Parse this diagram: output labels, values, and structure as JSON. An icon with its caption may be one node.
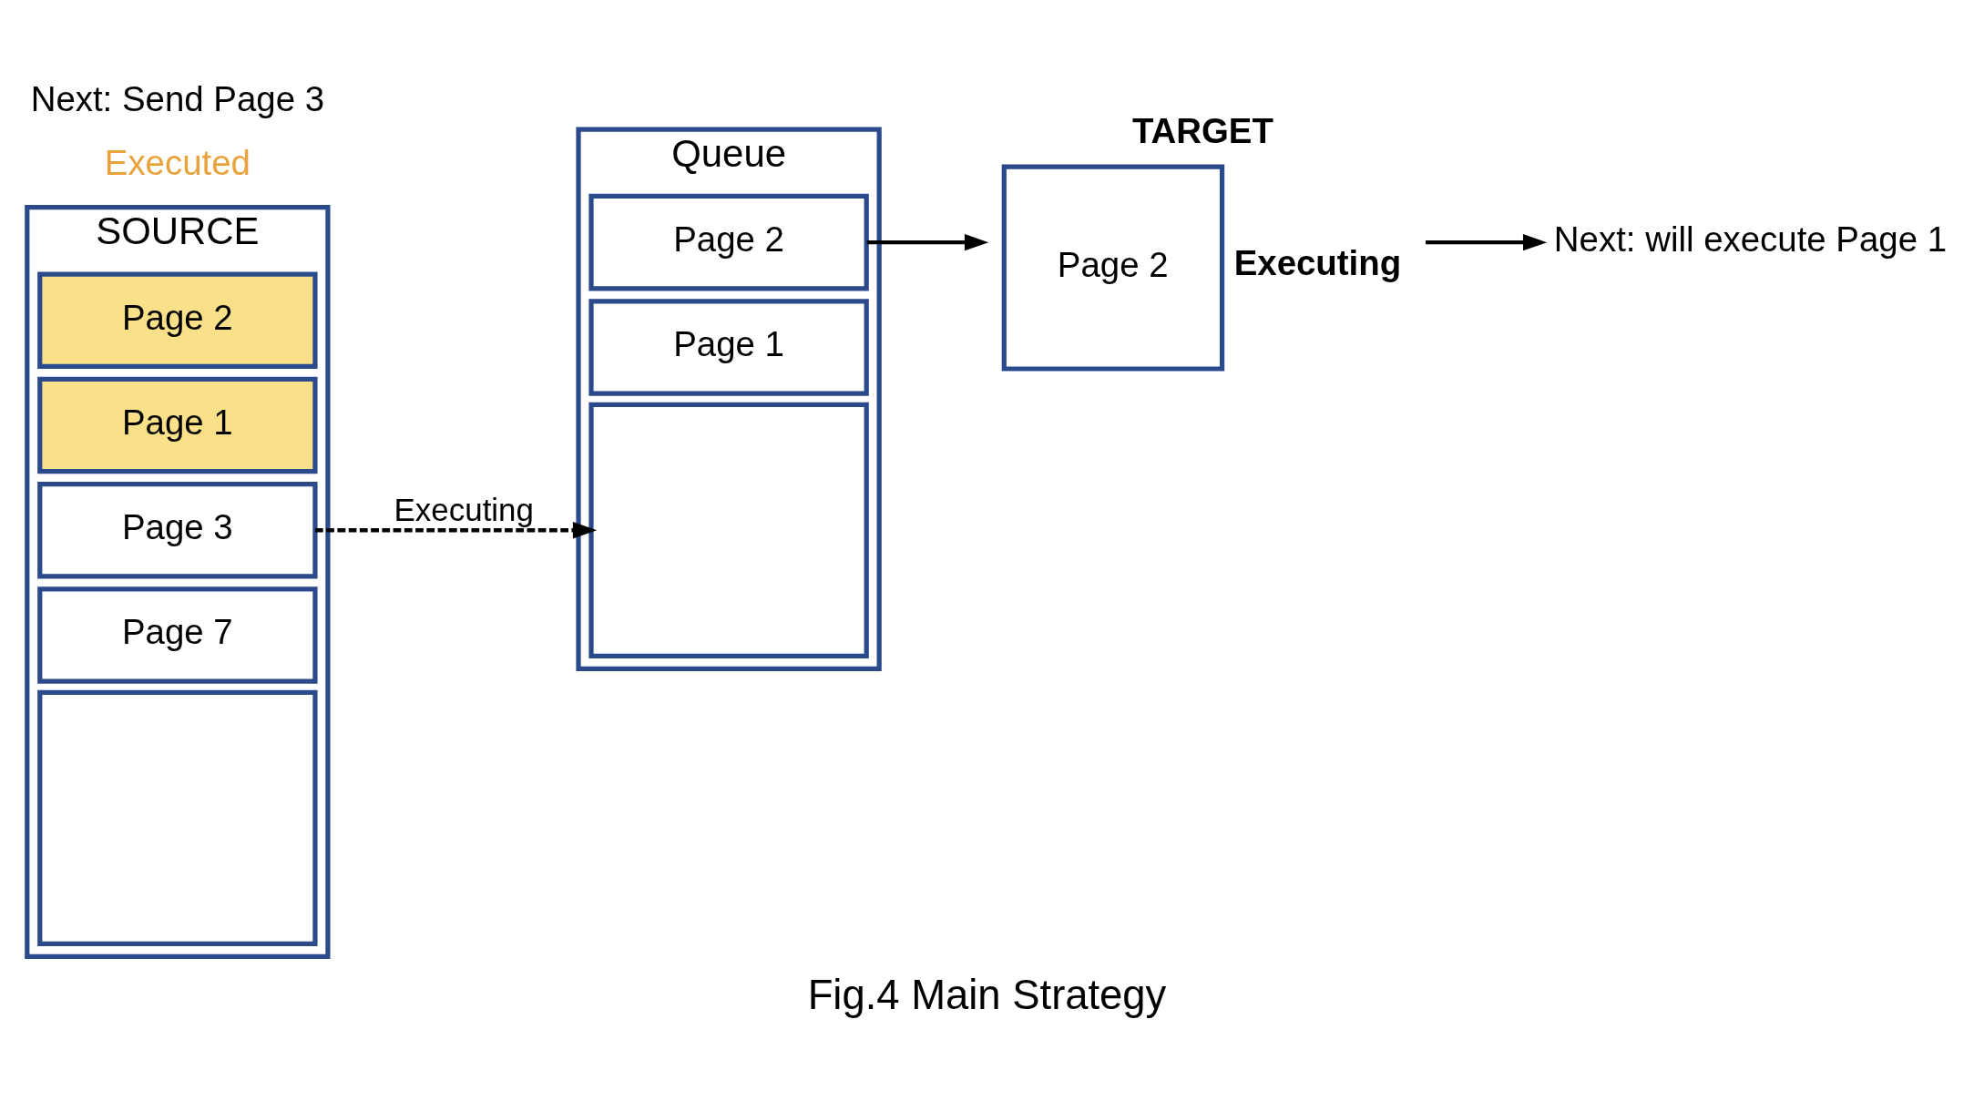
{
  "diagram": {
    "caption": "Fig.4 Main Strategy",
    "nodes": [
      {
        "text": [
          "SOURCE"
        ]
      },
      {
        "text": [
          "Page 2"
        ],
        "in": 0
      },
      {
        "text": [
          "Page 1"
        ],
        "in": 0
      },
      {
        "text": [
          "Page 3"
        ],
        "in": 0
      },
      {
        "text": [
          "Page 7"
        ],
        "in": 0
      },
      {
        "text": [],
        "shape": "box",
        "in": 0
      },
      {
        "text": [
          "Queue"
        ]
      },
      {
        "text": [
          "Page 2"
        ],
        "in": 6
      },
      {
        "text": [
          "Page 1"
        ],
        "in": 6
      },
      {
        "text": [],
        "shape": "box",
        "in": 6
      },
      {
        "text": [
          "TARGET",
          "Page 2"
        ],
        "beside": [
          "Executing"
        ]
      },
      {
        "text": [
          "Next: will execute Page 1"
        ]
      }
    ],
    "edges": [
      {
        "from": 3,
        "to": 9,
        "arrow": "to",
        "style": "dashed",
        "label": "Executing"
      },
      {
        "from": 7,
        "to": 10,
        "arrow": "to"
      },
      {
        "from": 10,
        "to": 11,
        "arrow": "to"
      }
    ],
    "labels": [
      "Executed",
      "Next: Send Page 3"
    ]
  }
}
